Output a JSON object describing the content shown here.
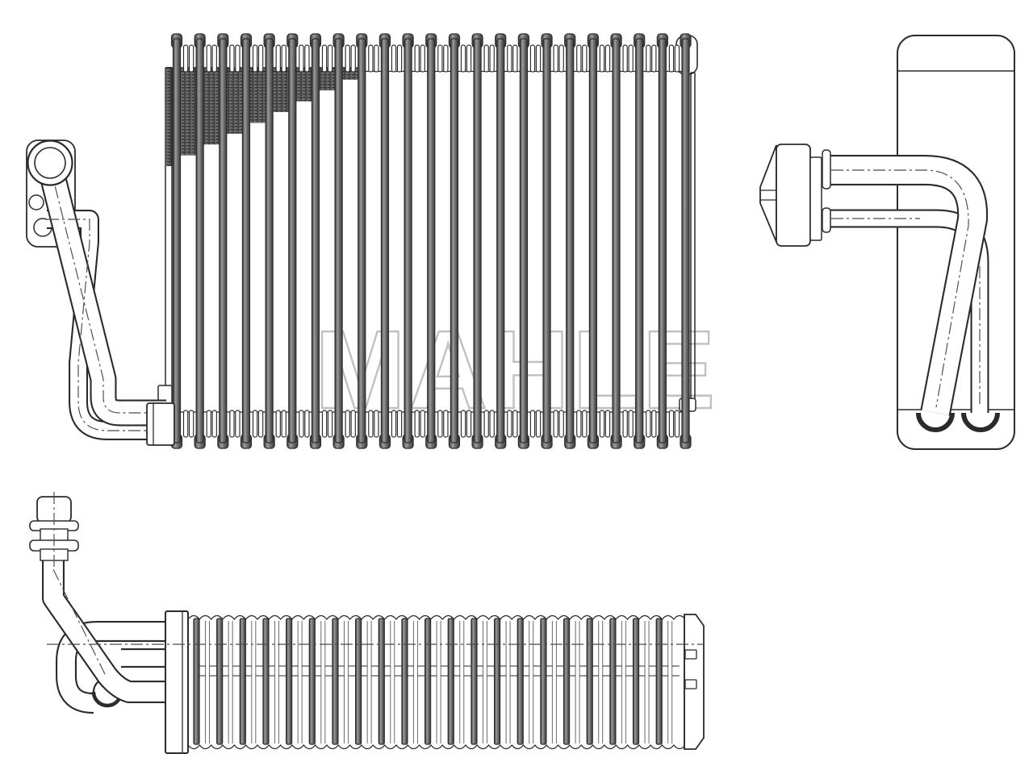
{
  "watermark": {
    "text": "MAHLE"
  },
  "drawing": {
    "background": "#ffffff",
    "line_color": "#2b2b2b",
    "thin_color": "#4a4a4a",
    "light_edge_color": "#6a6a6a",
    "watermark_color": "#bfbfbf",
    "tube_shade_dark": "#3c3c3c",
    "tube_shade_mid": "#9c9c9c",
    "tube_shade_soft": "#6f6f6f",
    "hatch_bg": "#6f6f6f",
    "hatch_mark": "#1c1c1c",
    "front_view": {
      "tube_count": 23,
      "fin_hatch_column_count": 9
    },
    "bottom_view": {
      "plate_count": 21
    }
  }
}
